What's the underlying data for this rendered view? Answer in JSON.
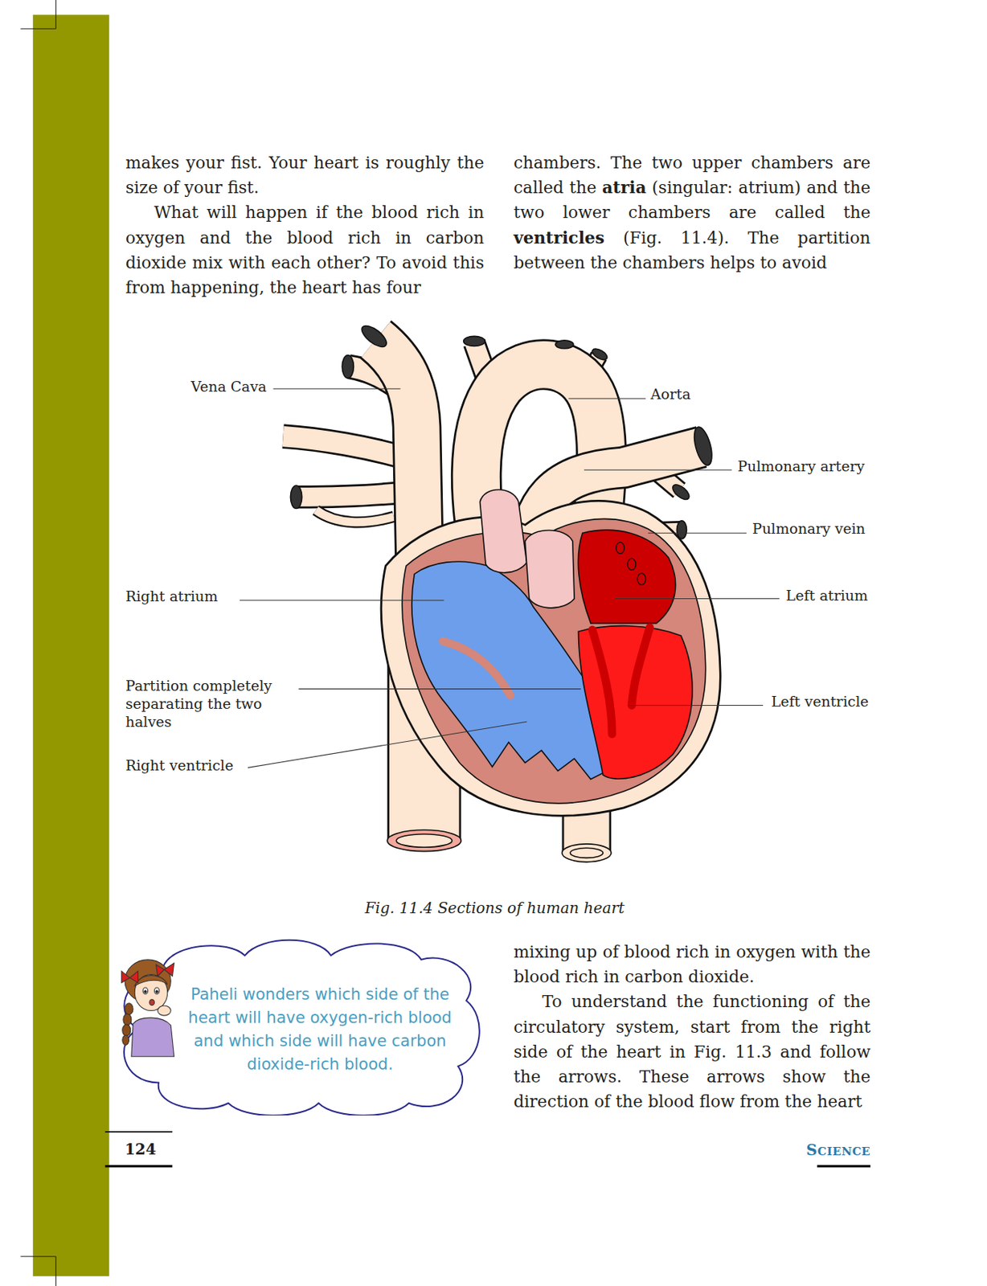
{
  "diagram": {
    "caption": "Fig. 11.4 Sections of human heart",
    "nodes": [
      {
        "text": [
          "Paheli wonders which side of the heart will have oxygen-rich blood and which side will have carbon dioxide-rich blood."
        ]
      }
    ],
    "labels": [
      "makes your fist. Your heart is roughly the size of your fist.",
      "What will happen if the blood rich in oxygen and the blood rich in carbon dioxide mix with each other? To avoid this from happening, the heart has four",
      "chambers. The two upper chambers are called the",
      "atria",
      "(singular: atrium) and the two lower chambers are called the",
      "ventricles",
      "(Fig. 11.4). The partition between the chambers helps to avoid",
      "Vena Cava",
      "Aorta",
      "Pulmonary artery",
      "Pulmonary vein",
      "Right atrium",
      "Left atrium",
      "Partition completely separating the two halves",
      "Left ventricle",
      "Right ventricle",
      "mixing up of blood rich in oxygen with the blood rich in carbon dioxide.",
      "To understand the functioning of the circulatory system, start from the right side of the heart in Fig. 11.3 and follow the arrows. These arrows show the direction of the blood flow from the heart",
      "124",
      "SCIENCE"
    ]
  }
}
